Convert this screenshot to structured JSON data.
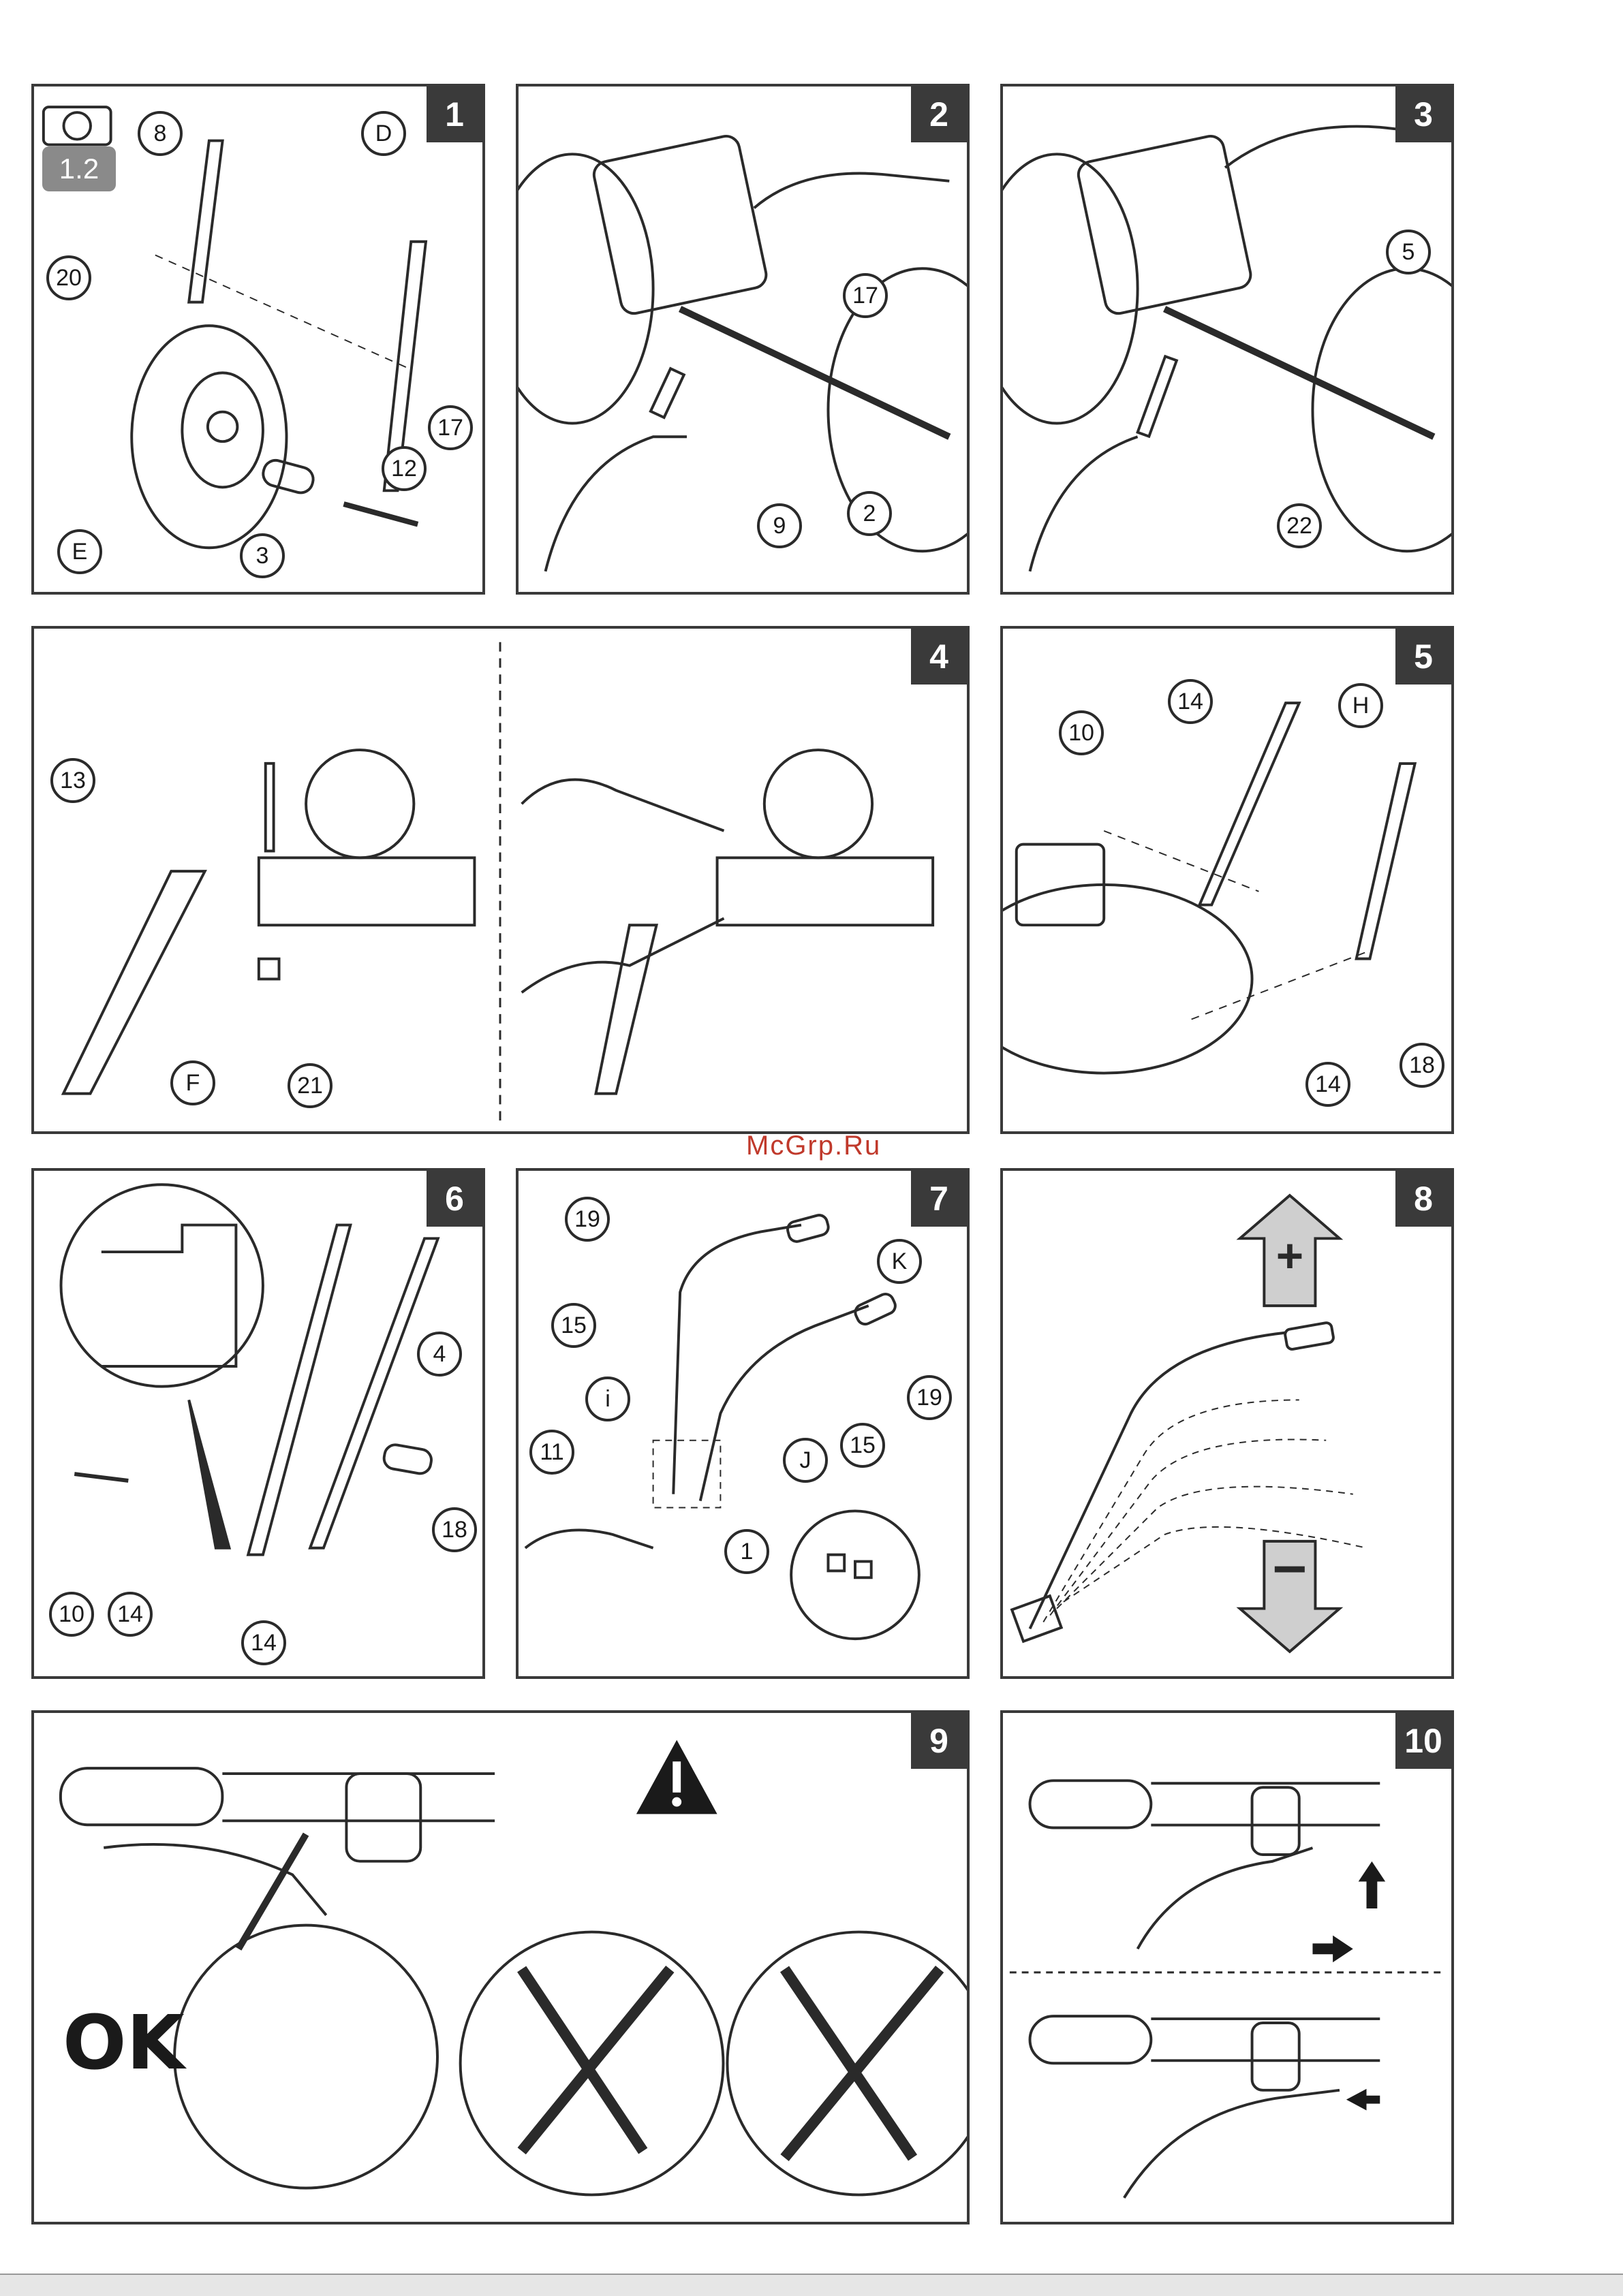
{
  "watermark": "McGrp.Ru",
  "panels": [
    {
      "number": "1",
      "badge": "1.2",
      "callouts": [
        "8",
        "D",
        "20",
        "17",
        "12",
        "E",
        "3"
      ]
    },
    {
      "number": "2",
      "callouts": [
        "17",
        "9",
        "2"
      ]
    },
    {
      "number": "3",
      "callouts": [
        "5",
        "22"
      ]
    },
    {
      "number": "4",
      "callouts": [
        "13",
        "F",
        "21"
      ]
    },
    {
      "number": "5",
      "callouts": [
        "10",
        "14",
        "H",
        "14",
        "18"
      ]
    },
    {
      "number": "6",
      "callouts": [
        "4",
        "18",
        "10",
        "14",
        "14"
      ]
    },
    {
      "number": "7",
      "callouts": [
        "19",
        "K",
        "15",
        "i",
        "11",
        "J",
        "15",
        "19",
        "1"
      ]
    },
    {
      "number": "8",
      "signs": [
        "+",
        "–"
      ]
    },
    {
      "number": "9",
      "ok_label": "OK"
    },
    {
      "number": "10"
    }
  ]
}
